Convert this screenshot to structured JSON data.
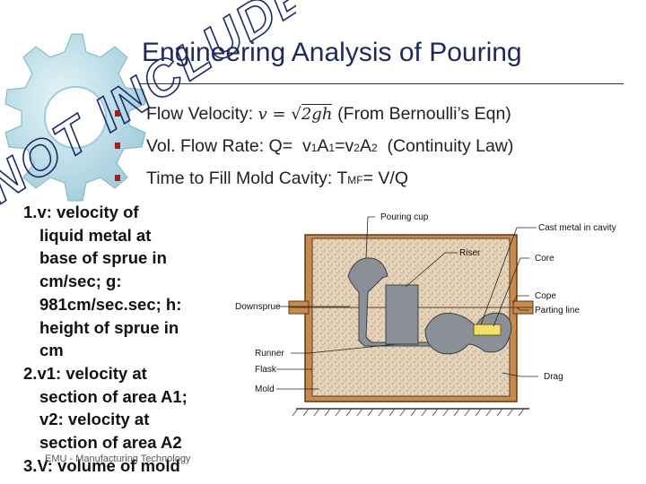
{
  "slide": {
    "title": "Engineering Analysis of Pouring",
    "watermark": "NOT INCLUDED",
    "bullets": [
      {
        "label": "Flow Velocity:",
        "formula": "v = √2gh",
        "suffix": "(From Bernoulli’s Eqn)"
      },
      {
        "label": "Vol. Flow Rate: Q=",
        "formula": "v1A1=v2A2",
        "suffix": "(Continuity Law)"
      },
      {
        "label": "Time to Fill Mold Cavity: T",
        "formula": "MF",
        "suffix": "= V/Q"
      }
    ],
    "bullet_parts": {
      "b1_v": "v",
      "b1_eq": "=",
      "b1_rad": "2gh",
      "b2_v1": "v",
      "b2_s1": "1",
      "b2_A1": "A",
      "b2_s2": "1",
      "b2_eqv": "=v",
      "b2_s3": "2",
      "b2_A2": "A",
      "b2_s4": "2"
    },
    "notes": [
      {
        "num": "1.",
        "lines": [
          "v: velocity of",
          "liquid metal at",
          "base of sprue in",
          "cm/sec; g:",
          "981cm/sec.sec; h:",
          "height of sprue in",
          "cm"
        ]
      },
      {
        "num": "2.",
        "lines": [
          "v1: velocity at",
          "section of area A1;",
          "v2: velocity at",
          "section of area A2"
        ]
      },
      {
        "num": "3.",
        "lines": [
          "V: volume of mold"
        ]
      }
    ],
    "footer": "EMU - Manufacturing Technology"
  },
  "diagram": {
    "labels": {
      "pouring_cup": "Pouring cup",
      "cast_metal": "Cast metal in cavity",
      "riser": "Riser",
      "core": "Core",
      "downsprue": "Downsprue",
      "cope": "Cope",
      "parting_line": "Parting line",
      "runner": "Runner",
      "flask": "Flask",
      "drag": "Drag",
      "mold": "Mold"
    }
  }
}
